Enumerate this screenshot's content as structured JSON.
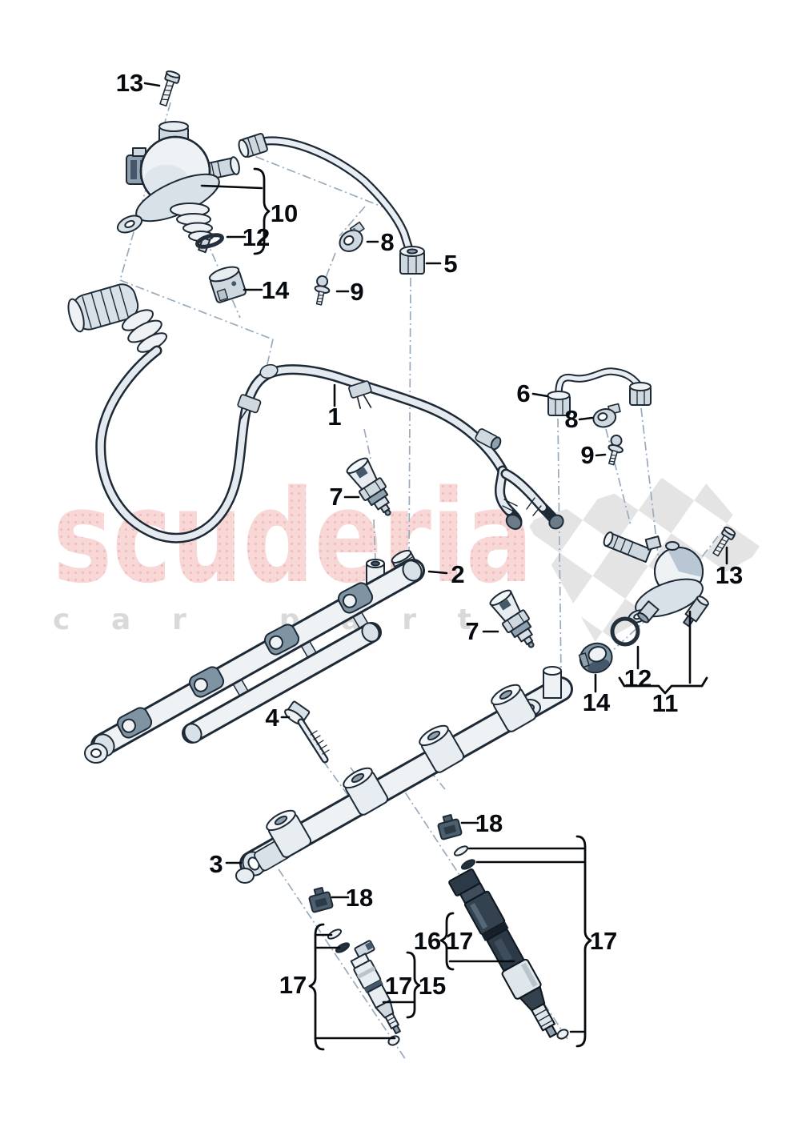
{
  "watermark": {
    "brand": "scuderia",
    "tagline": "car parts",
    "brand_color": "#f8d7d7",
    "brand_dot_color": "#f3bdbd",
    "tagline_color": "#d9d9d9",
    "checker_color": "#e3e3e3"
  },
  "diagram": {
    "background": "#ffffff",
    "outline_color": "#1d2935",
    "construction_line_color": "#98abbe",
    "label_color": "#070b10"
  },
  "callouts": [
    {
      "part": "mounting-screw-front-pump",
      "label": "13"
    },
    {
      "part": "hp-pump-front-assembly",
      "label": "10"
    },
    {
      "part": "o-ring-front",
      "label": "12"
    },
    {
      "part": "support-sleeve-front",
      "label": "14"
    },
    {
      "part": "pipe-clamp-front",
      "label": "8"
    },
    {
      "part": "clamp-screw-front",
      "label": "9"
    },
    {
      "part": "union-nut",
      "label": "5"
    },
    {
      "part": "fuel-supply-line",
      "label": "1"
    },
    {
      "part": "connecting-pipe",
      "label": "6"
    },
    {
      "part": "pipe-clamp-rear",
      "label": "8"
    },
    {
      "part": "clamp-screw-rear",
      "label": "9"
    },
    {
      "part": "pressure-sensor-bank1",
      "label": "7"
    },
    {
      "part": "fuel-rail-bank1",
      "label": "2"
    },
    {
      "part": "pressure-sensor-bank2",
      "label": "7"
    },
    {
      "part": "mounting-screw-rear-pump",
      "label": "13"
    },
    {
      "part": "o-ring-rear",
      "label": "12"
    },
    {
      "part": "support-sleeve-rear",
      "label": "14"
    },
    {
      "part": "hp-pump-rear-assembly",
      "label": "11"
    },
    {
      "part": "rail-bolt",
      "label": "4"
    },
    {
      "part": "fuel-rail-bank2",
      "label": "3"
    },
    {
      "part": "injector-clip-bank2",
      "label": "18"
    },
    {
      "part": "injector-clip-bank1",
      "label": "18"
    },
    {
      "part": "seal-kit-bank1",
      "label": "17"
    },
    {
      "part": "seal-kit-bank1-inner",
      "label": "17"
    },
    {
      "part": "injector-bank1",
      "label": "15"
    },
    {
      "part": "injector-bank2",
      "label": "16"
    },
    {
      "part": "seal-kit-bank2-inner",
      "label": "17"
    },
    {
      "part": "seal-kit-bank2",
      "label": "17"
    }
  ]
}
